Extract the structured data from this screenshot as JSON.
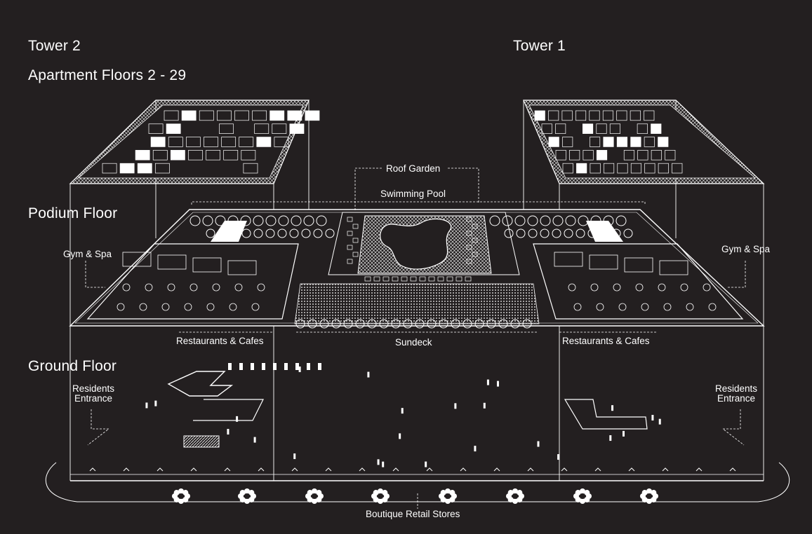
{
  "labels": {
    "tower2": "Tower 2",
    "tower1": "Tower 1",
    "apartment_floors": "Apartment Floors 2 - 29",
    "podium_floor": "Podium Floor",
    "ground_floor": "Ground Floor",
    "roof_garden": "Roof Garden",
    "swimming_pool": "Swimming Pool",
    "gym_spa_left": "Gym & Spa",
    "gym_spa_right": "Gym & Spa",
    "restaurants_left": "Restaurants & Cafes",
    "restaurants_right": "Restaurants & Cafes",
    "sundeck": "Sundeck",
    "residents_entrance_left_1": "Residents",
    "residents_entrance_left_2": "Entrance",
    "residents_entrance_right_1": "Residents",
    "residents_entrance_right_2": "Entrance",
    "boutique_retail": "Boutique Retail Stores"
  },
  "colors": {
    "background": "#231f20",
    "linework": "#ffffff"
  }
}
